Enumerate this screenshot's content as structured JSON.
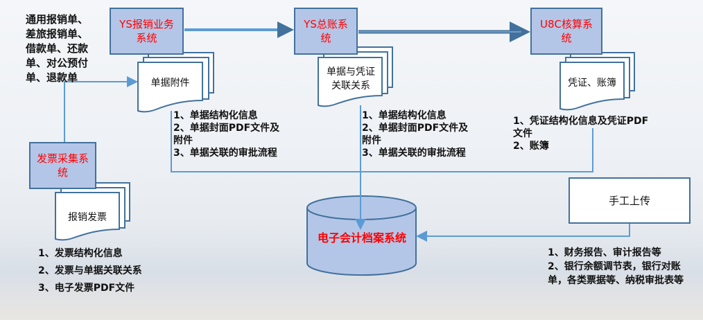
{
  "doc_types": [
    "通用报销单、",
    "差旅报销单、",
    "借款单、还款",
    "单、对公预付",
    "单、退款单"
  ],
  "systems": {
    "ys_reimburse": "YS报销业务系统",
    "ys_ledger": "YS总账系统",
    "u8c": "U8C核算系统",
    "invoice": "发票采集系统",
    "archive": "电子会计档案系统",
    "manual": "手工上传"
  },
  "documents": {
    "attachments": "单据附件",
    "relation": "单据与凭证关联关系",
    "vouchers": "凭证、账簿",
    "invoices": "报销发票"
  },
  "lists": {
    "reimburse": [
      "1、单据结构化信息",
      "2、单据封面PDF文件及附件",
      "3、单据关联的审批流程"
    ],
    "ledger": [
      "1、单据结构化信息",
      "2、单据封面PDF文件及附件",
      "3、单据关联的审批流程"
    ],
    "u8c": [
      "1、凭证结构化信息及凭证PDF文件",
      "2、账簿"
    ],
    "invoice": [
      "1、发票结构化信息",
      "2、发票与单据关联关系",
      "3、电子发票PDF文件"
    ],
    "manual": [
      "1、财务报告、审计报告等",
      "2、银行余额调节表，银行对账单，各类票据等、纳税审批表等"
    ]
  },
  "colors": {
    "box_fill": "#b4c6e7",
    "border": "#41719c",
    "line": "#5b9bd5",
    "label_red": "#ff0000"
  }
}
